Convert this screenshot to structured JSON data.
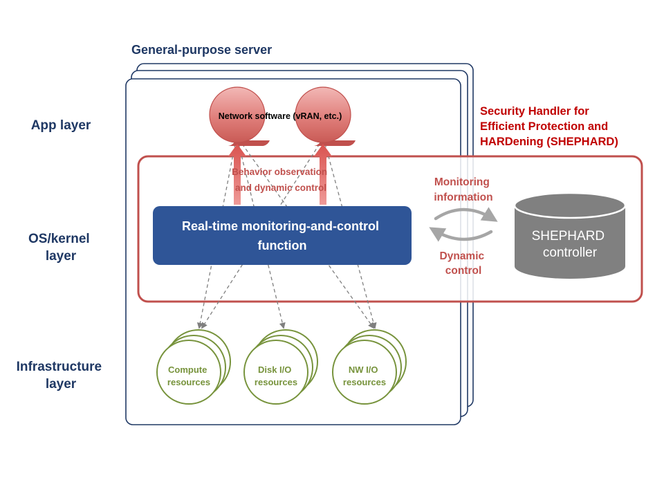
{
  "server_title": "General-purpose server",
  "layers": {
    "app": "App layer",
    "os": [
      "OS/kernel",
      "layer"
    ],
    "infra": [
      "Infrastructure",
      "layer"
    ]
  },
  "network_software": {
    "label": "Network software (vRAN, etc.)"
  },
  "behavior_label": [
    "Behavior observation",
    "and dynamic control"
  ],
  "rtmc": [
    "Real-time monitoring-and-control",
    "function"
  ],
  "shephard_title": [
    "Security Handler for",
    "Efficient Protection and",
    "HARDening (SHEPHARD)"
  ],
  "monitoring_label": [
    "Monitoring",
    "information"
  ],
  "dynamic_label": [
    "Dynamic",
    "control"
  ],
  "controller": [
    "SHEPHARD",
    "controller"
  ],
  "resources": [
    [
      "Compute",
      "resources"
    ],
    [
      "Disk I/O",
      "resources"
    ],
    [
      "NW I/O",
      "resources"
    ]
  ],
  "colors": {
    "navy": "#1f3864",
    "red_frame": "#c0504d",
    "dark_red_text": "#c00000",
    "rtmc_fill": "#2f5597",
    "green": "#77933c",
    "gray": "#7f7f7f",
    "light_gray": "#a6a6a6"
  }
}
